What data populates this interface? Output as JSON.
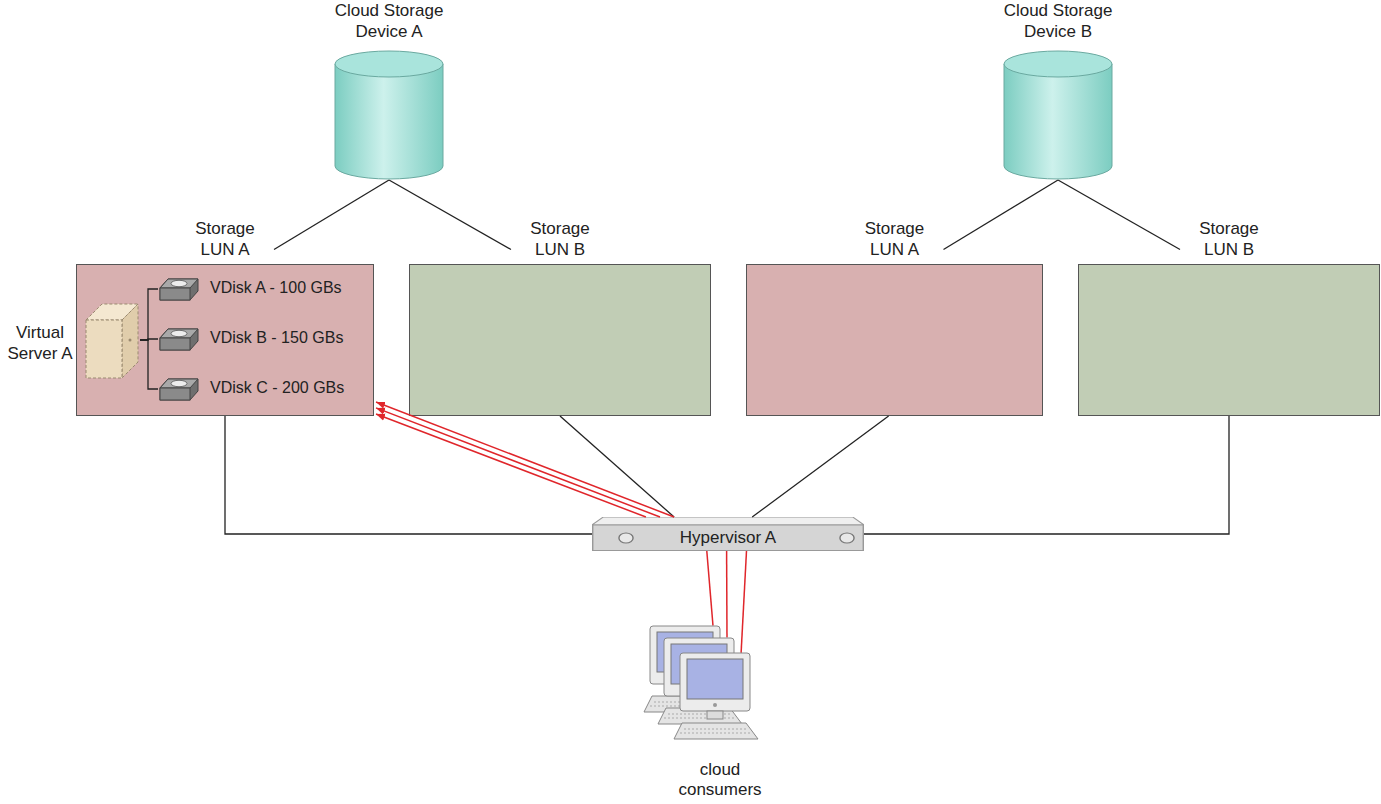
{
  "diagram": {
    "nodes": [
      {
        "text": [
          "Cloud Storage Device A"
        ]
      },
      {
        "text": [
          "Storage LUN A"
        ]
      },
      {
        "text": [
          "Virtual Server A"
        ],
        "in": 1
      },
      {
        "text": [
          "VDisk A - 100 GBs"
        ],
        "in": 1
      },
      {
        "text": [
          "VDisk B - 150 GBs"
        ],
        "in": 1
      },
      {
        "text": [
          "VDisk C - 200 GBs"
        ],
        "in": 1
      },
      {
        "text": [
          "Storage LUN B"
        ]
      },
      {
        "text": [
          "Cloud Storage Device B"
        ]
      },
      {
        "text": [
          "Storage LUN A"
        ]
      },
      {
        "text": [
          "Storage LUN B"
        ]
      },
      {
        "text": [
          "Hypervisor A"
        ]
      },
      {
        "text": [
          "cloud consumers"
        ]
      }
    ],
    "edges": [
      {
        "from": 0,
        "to": 1,
        "arrow": "none"
      },
      {
        "from": 0,
        "to": 6,
        "arrow": "none"
      },
      {
        "from": 7,
        "to": 8,
        "arrow": "none"
      },
      {
        "from": 7,
        "to": 9,
        "arrow": "none"
      },
      {
        "from": 2,
        "to": 3,
        "arrow": "none"
      },
      {
        "from": 2,
        "to": 4,
        "arrow": "none"
      },
      {
        "from": 2,
        "to": 5,
        "arrow": "none"
      },
      {
        "from": 1,
        "to": 10,
        "arrow": "none"
      },
      {
        "from": 6,
        "to": 10,
        "arrow": "none"
      },
      {
        "from": 8,
        "to": 10,
        "arrow": "none"
      },
      {
        "from": 9,
        "to": 10,
        "arrow": "none"
      },
      {
        "from": 10,
        "to": 1,
        "arrow": "to"
      },
      {
        "from": 10,
        "to": 1,
        "arrow": "to"
      },
      {
        "from": 10,
        "to": 1,
        "arrow": "to"
      },
      {
        "from": 11,
        "to": 10,
        "arrow": "none"
      },
      {
        "from": 11,
        "to": 10,
        "arrow": "none"
      },
      {
        "from": 11,
        "to": 10,
        "arrow": "none"
      }
    ]
  }
}
